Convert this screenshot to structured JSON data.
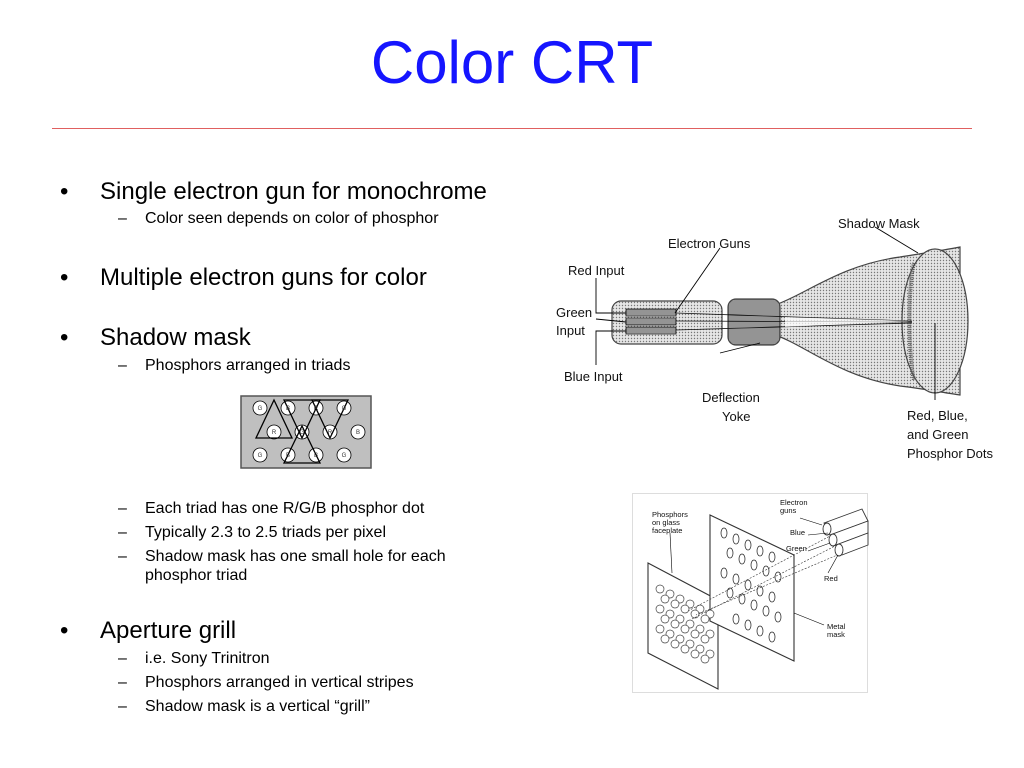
{
  "slide": {
    "title": "Color CRT",
    "bullet_mark": "•",
    "dash_mark": "–",
    "b1": "Single electron gun for monochrome",
    "b1_1": "Color seen depends on color of phosphor",
    "b2": "Multiple electron guns for color",
    "b3": "Shadow mask",
    "b3_1": "Phosphors arranged in triads",
    "b3_2": "Each triad has one R/G/B phosphor dot",
    "b3_3": "Typically 2.3 to 2.5 triads per pixel",
    "b3_4a": "Shadow mask has one small hole for each",
    "b3_4b": "phosphor triad",
    "b4": "Aperture grill",
    "b4_1": "i.e. Sony Trinitron",
    "b4_2": "Phosphors arranged in vertical stripes",
    "b4_3": "Shadow mask is a vertical “grill”"
  },
  "triad_figure": {
    "row1": [
      "G",
      "B",
      "R",
      "G"
    ],
    "row2": [
      "R",
      "G",
      "R",
      "B"
    ],
    "row3": [
      "G",
      "B",
      "B",
      "G"
    ]
  },
  "crt_diagram": {
    "shadow_mask": "Shadow Mask",
    "electron_guns": "Electron Guns",
    "red_input": "Red Input",
    "green_input_1": "Green",
    "green_input_2": "Input",
    "blue_input": "Blue Input",
    "deflection_1": "Deflection",
    "deflection_2": "Yoke",
    "dots_1": "Red, Blue,",
    "dots_2": "and Green",
    "dots_3": "Phosphor Dots"
  },
  "mask_diagram": {
    "phosphors_1": "Phosphors",
    "phosphors_2": "on glass",
    "phosphors_3": "faceplate",
    "electron_1": "Electron",
    "electron_2": "guns",
    "blue": "Blue",
    "green": "Green",
    "red": "Red",
    "metal_1": "Metal",
    "metal_2": "mask"
  }
}
